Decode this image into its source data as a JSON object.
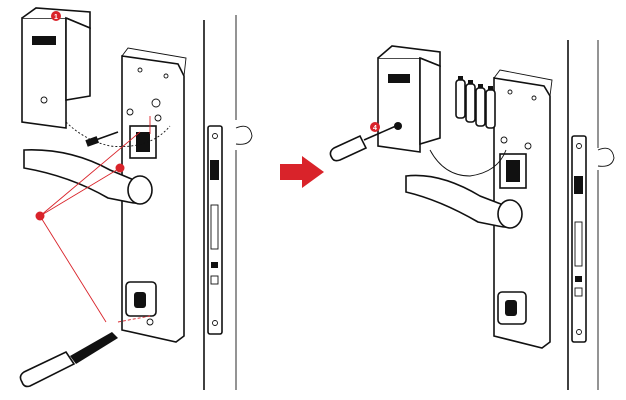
{
  "callouts": [
    {
      "id": "1",
      "label": "1"
    },
    {
      "id": "2",
      "label": ""
    },
    {
      "id": "3",
      "label": ""
    },
    {
      "id": "4",
      "label": "4"
    }
  ],
  "colors": {
    "accent": "#d9232a",
    "outline": "#111111",
    "background": "#ffffff"
  },
  "icons": {
    "step_arrow": "arrow-right-icon"
  }
}
